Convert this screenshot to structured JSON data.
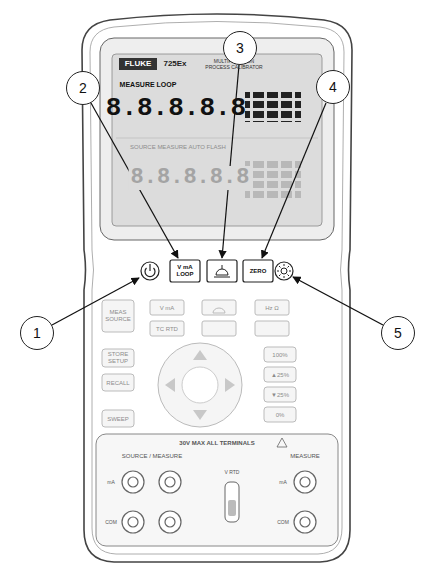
{
  "diagram": {
    "nodes": [
      {
        "text": [
          "1"
        ]
      },
      {
        "text": [
          "2"
        ]
      },
      {
        "text": [
          "3"
        ]
      },
      {
        "text": [
          "4"
        ]
      },
      {
        "text": [
          "5"
        ]
      }
    ],
    "labels": [
      "FLUKE",
      "725Ex",
      "MULTIFUNCTION PROCESS CALIBRATOR",
      "MEASURE LOOP",
      "8.8.8.8.8",
      "SOURCE MEASURE AUTO FLASH",
      "8.8.8.8.8",
      "V mA LOOP",
      "ZERO",
      "MEAS SOURCE",
      "V mA",
      "Hz Ω",
      "TC RTD",
      "STORE SETUP",
      "RECALL",
      "100%",
      "▲25%",
      "▼25%",
      "0%",
      "SWEEP",
      "30V MAX ALL TERMINALS",
      "SOURCE / MEASURE",
      "MEASURE",
      "mA",
      "COM",
      "V RTD",
      "mA",
      "COM"
    ]
  }
}
